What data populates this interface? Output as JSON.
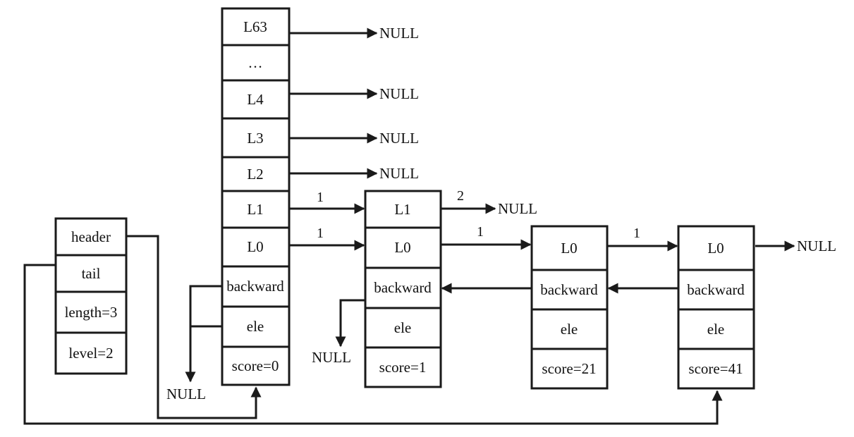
{
  "skiplist": {
    "fields": [
      "header",
      "tail",
      "length=3",
      "level=2"
    ]
  },
  "header_node": {
    "levels": [
      "L63",
      "…",
      "L4",
      "L3",
      "L2",
      "L1",
      "L0"
    ],
    "backward": "backward",
    "ele": "ele",
    "score": "score=0"
  },
  "nodes": [
    {
      "levels": [
        "L1",
        "L0"
      ],
      "backward": "backward",
      "ele": "ele",
      "score": "score=1"
    },
    {
      "levels": [
        "L0"
      ],
      "backward": "backward",
      "ele": "ele",
      "score": "score=21"
    },
    {
      "levels": [
        "L0"
      ],
      "backward": "backward",
      "ele": "ele",
      "score": "score=41"
    }
  ],
  "null_label": "NULL",
  "spans": {
    "header_l1": "1",
    "header_l0": "1",
    "node1_l1": "2",
    "node1_l0": "1",
    "node2_l0": "1"
  }
}
